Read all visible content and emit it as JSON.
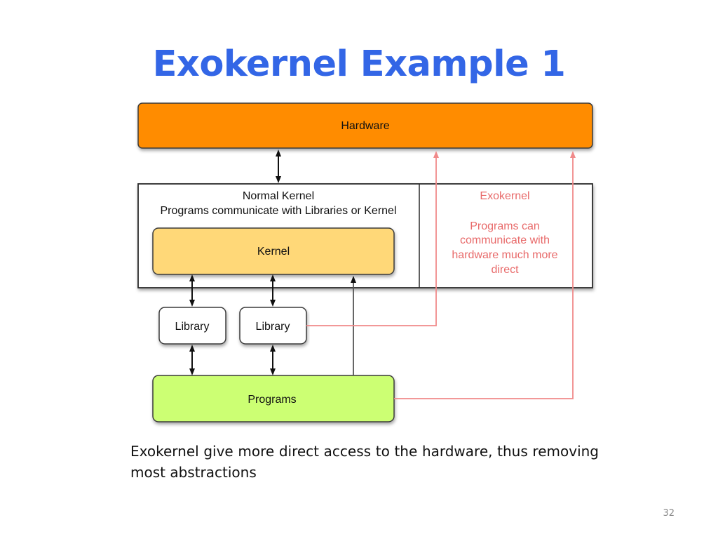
{
  "slide": {
    "title": "Exokernel Example 1",
    "caption": "Exokernel give more direct access to the hardware, thus removing most abstractions",
    "page_number": "32"
  },
  "diagram": {
    "hardware": {
      "label": "Hardware",
      "color": "#ff8c00"
    },
    "normal_kernel": {
      "heading": "Normal Kernel",
      "subheading": "Programs communicate with Libraries or Kernel"
    },
    "kernel": {
      "label": "Kernel",
      "color": "#ffd878"
    },
    "exokernel": {
      "heading": "Exokernel",
      "description_lines": [
        "Programs can",
        "communicate with",
        "hardware much more",
        "direct"
      ],
      "color": "#e86a6a"
    },
    "libraries": [
      {
        "label": "Library"
      },
      {
        "label": "Library"
      }
    ],
    "programs": {
      "label": "Programs",
      "color": "#ccff73"
    },
    "colors": {
      "title": "#3366e6",
      "direct_access_line": "#f08a8a",
      "arrow": "#111111"
    }
  }
}
